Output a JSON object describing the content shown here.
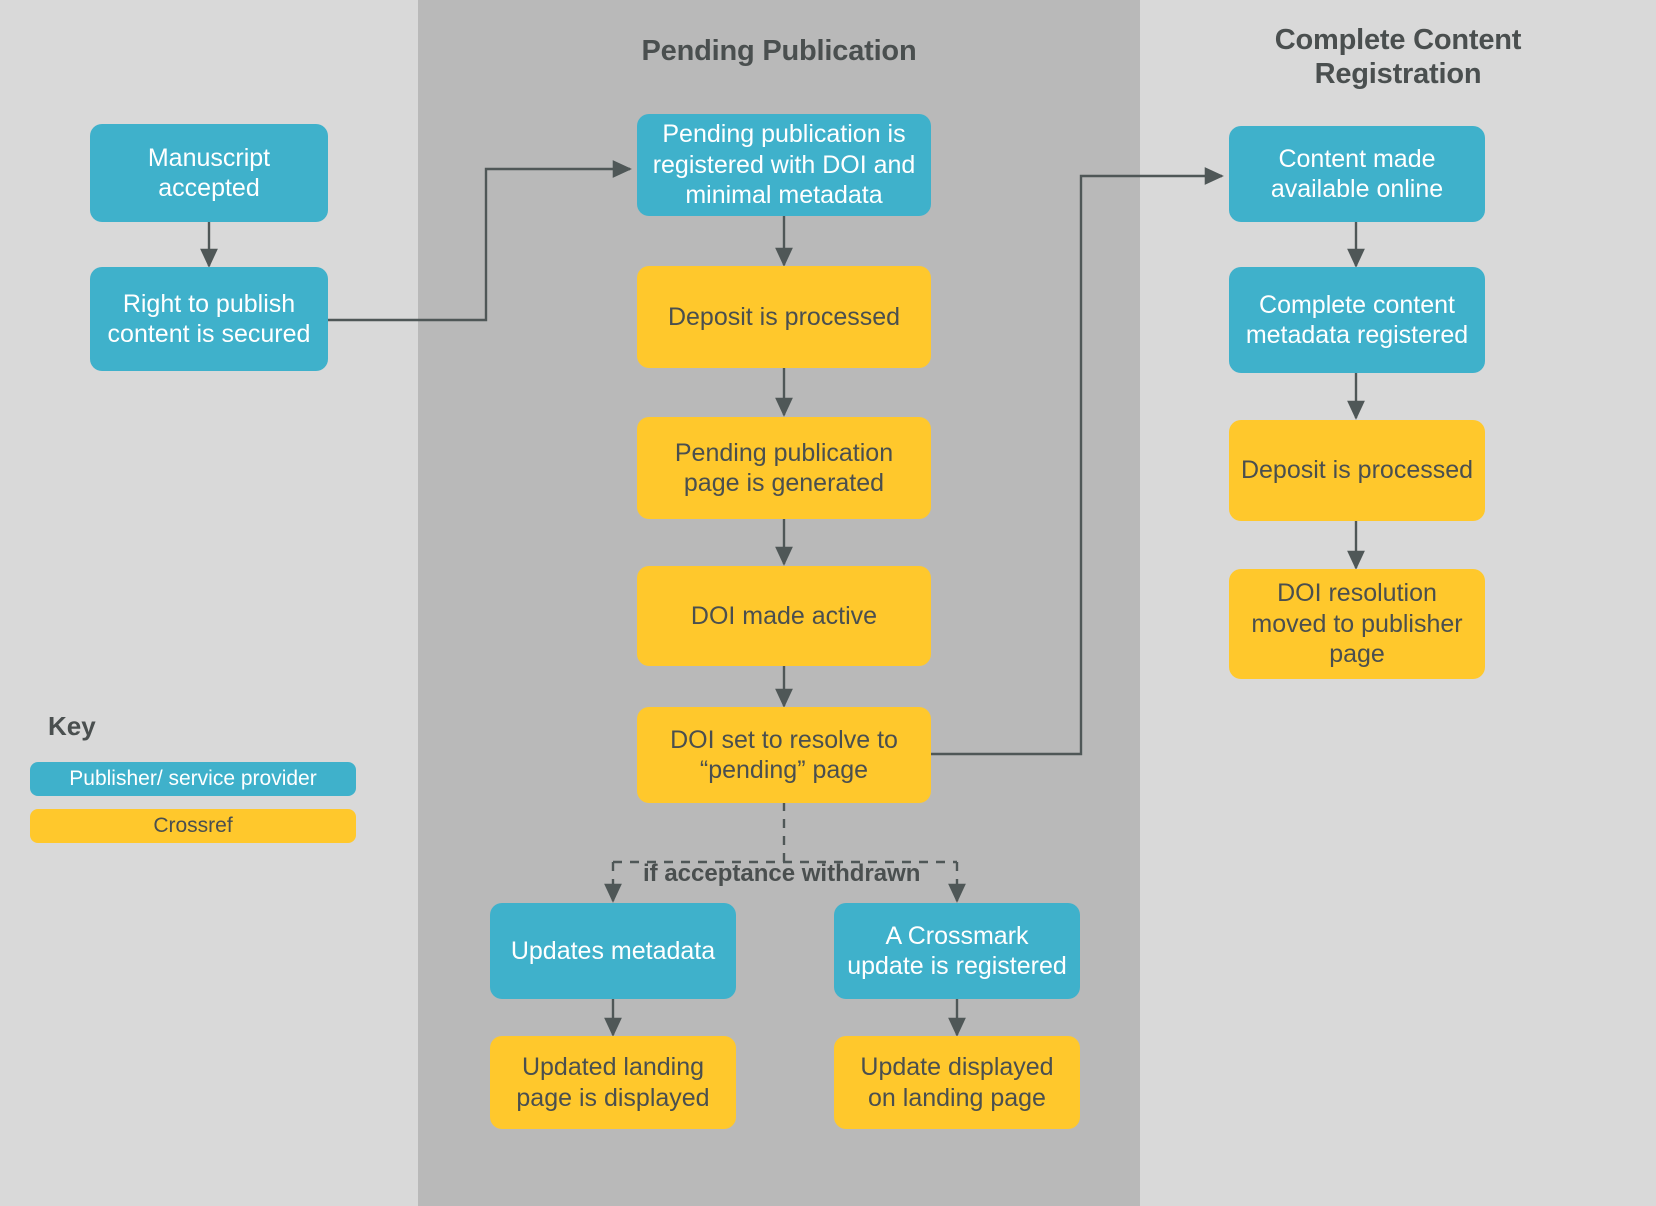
{
  "columns": [
    {
      "id": "pending-publication",
      "title": "Pending Publication"
    },
    {
      "id": "complete-content-registration",
      "title": "Complete Content\nRegistration"
    }
  ],
  "headers": {
    "middle": "Pending Publication",
    "right_line1": "Complete Content",
    "right_line2": "Registration"
  },
  "nodes": {
    "manuscript_accepted": "Manuscript accepted",
    "right_to_publish": "Right to publish content is secured",
    "pending_registered": "Pending publication is registered with DOI and minimal metadata",
    "deposit_processed_mid": "Deposit is processed",
    "pending_page_generated": "Pending publication page is generated",
    "doi_made_active": "DOI made active",
    "doi_set_resolve": "DOI set to resolve to “pending” page",
    "updates_metadata": "Updates metadata",
    "crossmark_update": "A Crossmark update is registered",
    "updated_landing_page": "Updated landing page is displayed",
    "update_displayed": "Update displayed on landing page",
    "content_available": "Content made available online",
    "complete_metadata": "Complete content metadata registered",
    "deposit_processed_right": "Deposit is processed",
    "doi_resolution_moved": "DOI resolution moved to publisher page"
  },
  "conditions": {
    "acceptance_withdrawn": "if acceptance withdrawn"
  },
  "key": {
    "title": "Key",
    "items": [
      {
        "label": "Publisher/ service provider",
        "color": "#3fb1cb"
      },
      {
        "label": "Crossref",
        "color": "#ffc82c"
      }
    ]
  },
  "colors": {
    "publisher": "#3fb1cb",
    "crossref": "#ffc82c",
    "band_light": "#d9d9d9",
    "band_dark": "#b9b9b9",
    "text_dark": "#4a4f4f",
    "edge": "#4f5757"
  }
}
